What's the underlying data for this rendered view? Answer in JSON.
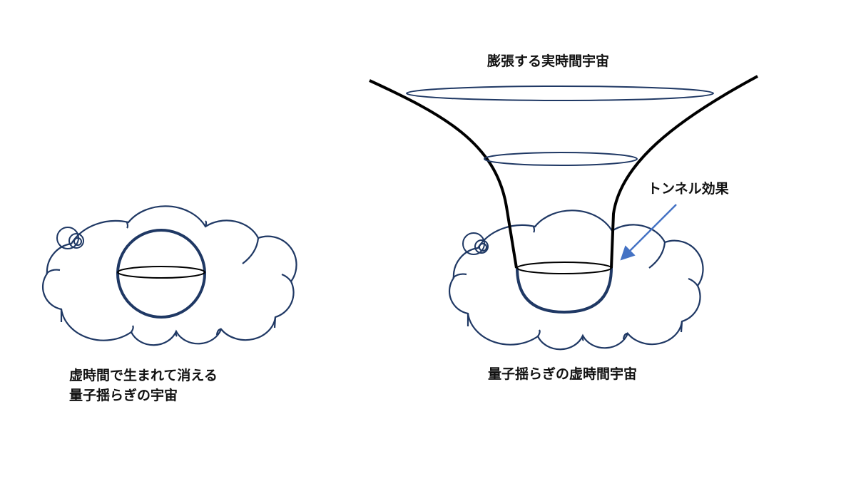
{
  "labels": {
    "expanding_universe": "膨張する実時間宇宙",
    "tunnel_effect": "トンネル効果",
    "right_cloud": "量子揺らぎの虚時間宇宙",
    "left_cloud_line1": "虚時間で生まれて消える",
    "left_cloud_line2": "量子揺らぎの宇宙"
  },
  "colors": {
    "cloud": "#1f3864",
    "funnel": "#000000",
    "arrow": "#4472c4"
  }
}
